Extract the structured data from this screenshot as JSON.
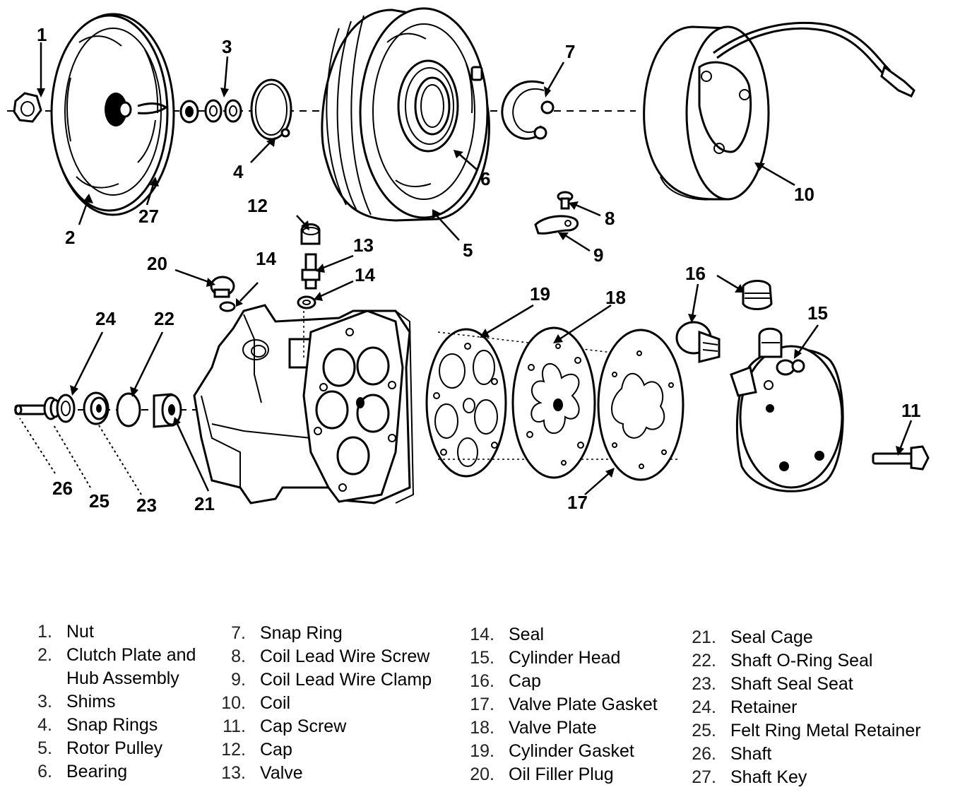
{
  "callouts": [
    "1",
    "2",
    "3",
    "4",
    "5",
    "6",
    "7",
    "8",
    "9",
    "10",
    "11",
    "12",
    "13",
    "14",
    "14",
    "15",
    "16",
    "17",
    "18",
    "19",
    "20",
    "21",
    "22",
    "23",
    "24",
    "25",
    "26",
    "27"
  ],
  "legend": {
    "col1": [
      {
        "num": "1.",
        "label": "Nut"
      },
      {
        "num": "2.",
        "label": "Clutch Plate and",
        "cont": "Hub Assembly"
      },
      {
        "num": "3.",
        "label": "Shims"
      },
      {
        "num": "4.",
        "label": "Snap Rings"
      },
      {
        "num": "5.",
        "label": "Rotor Pulley"
      },
      {
        "num": "6.",
        "label": "Bearing"
      }
    ],
    "col2": [
      {
        "num": "7.",
        "label": "Snap Ring"
      },
      {
        "num": "8.",
        "label": "Coil Lead Wire Screw"
      },
      {
        "num": "9.",
        "label": "Coil Lead Wire Clamp"
      },
      {
        "num": "10.",
        "label": "Coil"
      },
      {
        "num": "11.",
        "label": "Cap Screw"
      },
      {
        "num": "12.",
        "label": "Cap"
      },
      {
        "num": "13.",
        "label": "Valve"
      }
    ],
    "col3": [
      {
        "num": "14.",
        "label": "Seal"
      },
      {
        "num": "15.",
        "label": "Cylinder Head"
      },
      {
        "num": "16.",
        "label": "Cap"
      },
      {
        "num": "17.",
        "label": "Valve Plate Gasket"
      },
      {
        "num": "18.",
        "label": "Valve Plate"
      },
      {
        "num": "19.",
        "label": "Cylinder Gasket"
      },
      {
        "num": "20.",
        "label": "Oil Filler Plug"
      }
    ],
    "col4": [
      {
        "num": "21.",
        "label": "Seal Cage"
      },
      {
        "num": "22.",
        "label": "Shaft O-Ring Seal"
      },
      {
        "num": "23.",
        "label": "Shaft Seal Seat"
      },
      {
        "num": "24.",
        "label": "Retainer"
      },
      {
        "num": "25.",
        "label": "Felt Ring Metal Retainer"
      },
      {
        "num": "26.",
        "label": "Shaft"
      },
      {
        "num": "27.",
        "label": "Shaft Key"
      }
    ]
  }
}
